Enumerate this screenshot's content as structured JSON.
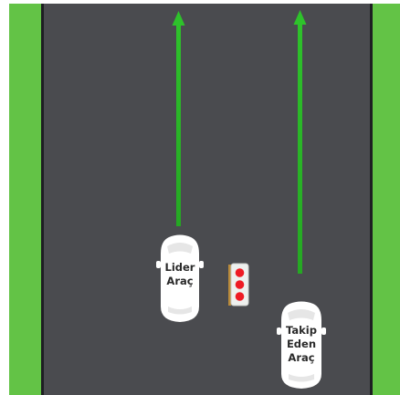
{
  "scene": {
    "colors": {
      "grass": "#63c346",
      "road": "#4a4b4f",
      "road_edge": "#1e1f22",
      "arrow": "#2ec22b",
      "car_body": "#ffffff",
      "car_window": "#d7d7d7",
      "light_housing": "#eef0ee",
      "light_red": "#ee1b24"
    },
    "lead_car": {
      "label_line1": "Lider",
      "label_line2": "Araç"
    },
    "following_car": {
      "label_line1": "Takip",
      "label_line2": "Eden",
      "label_line3": "Araç"
    },
    "traffic_light": {
      "state": "red",
      "lamp_count": 3
    }
  }
}
